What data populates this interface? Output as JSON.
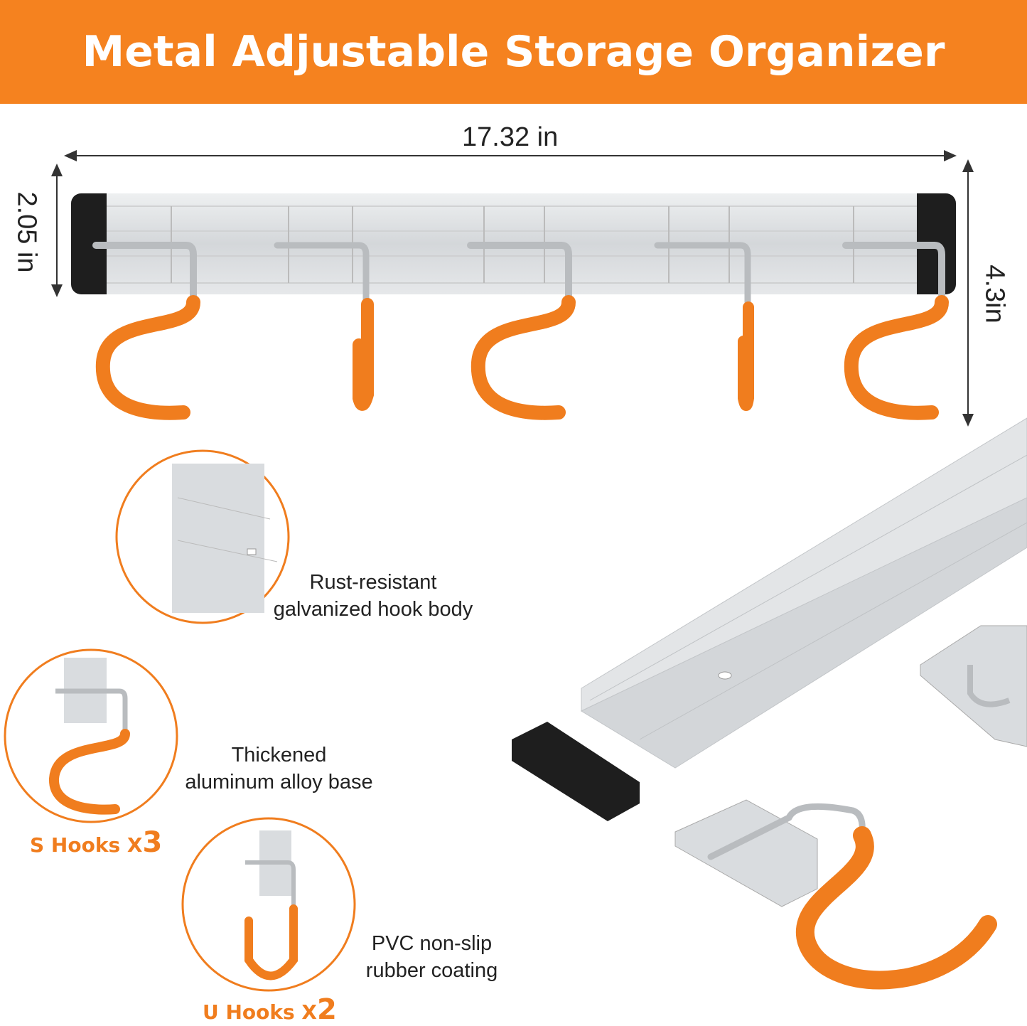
{
  "title": "Metal Adjustable Storage Organizer",
  "dimensions": {
    "width": "17.32 in",
    "rail_height": "2.05 in",
    "total_height": "4.3in"
  },
  "features": [
    {
      "line1": "Rust-resistant",
      "line2": "galvanized hook body"
    },
    {
      "line1": "Thickened",
      "line2": "aluminum alloy base"
    },
    {
      "line1": "PVC non-slip",
      "line2": "rubber coating"
    }
  ],
  "counts": {
    "s_hooks": {
      "label": "S Hooks X",
      "qty": "3"
    },
    "u_hooks": {
      "label": "U Hooks X",
      "qty": "2"
    }
  },
  "colors": {
    "accent": "#F5821F",
    "hook": "#F07D1E",
    "rail": "#D8DADC",
    "cap": "#1E1E1E"
  }
}
